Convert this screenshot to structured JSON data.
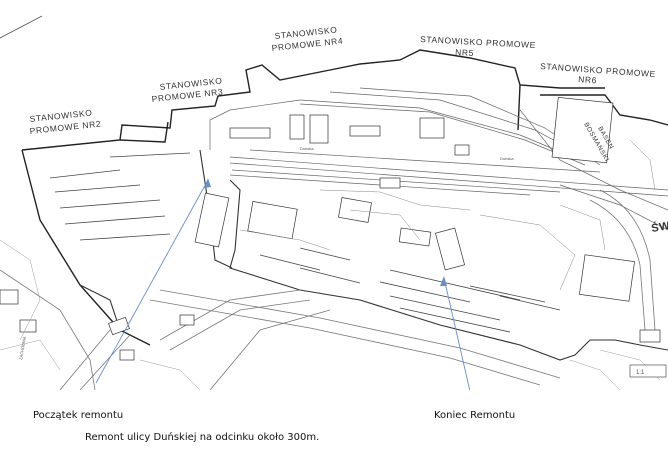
{
  "map": {
    "berths": [
      {
        "line1": "STANOWISKO",
        "line2": "PROMOWE NR2"
      },
      {
        "line1": "STANOWISKO",
        "line2": "PROMOWE NR3"
      },
      {
        "line1": "STANOWISKO",
        "line2": "PROMOWE NR4"
      },
      {
        "line1": "STANOWISKO PROMOWE",
        "line2": "NR5"
      },
      {
        "line1": "STANOWISKO PROMOWE",
        "line2": "NR6"
      }
    ],
    "basin": {
      "line1": "BASEN",
      "line2": "BOSMAŃSKI"
    },
    "edge_label": "ŚW",
    "street_labels": [
      "ZACHODNIA",
      "Duńska",
      "Duńska"
    ],
    "scale_label": "1:1"
  },
  "annotations": {
    "start_label": "Początek remontu",
    "end_label": "Koniec Remontu",
    "description": "Remont ulicy Duńskiej na odcinku około 300m.",
    "arrow_color": "#6a8fc4"
  }
}
